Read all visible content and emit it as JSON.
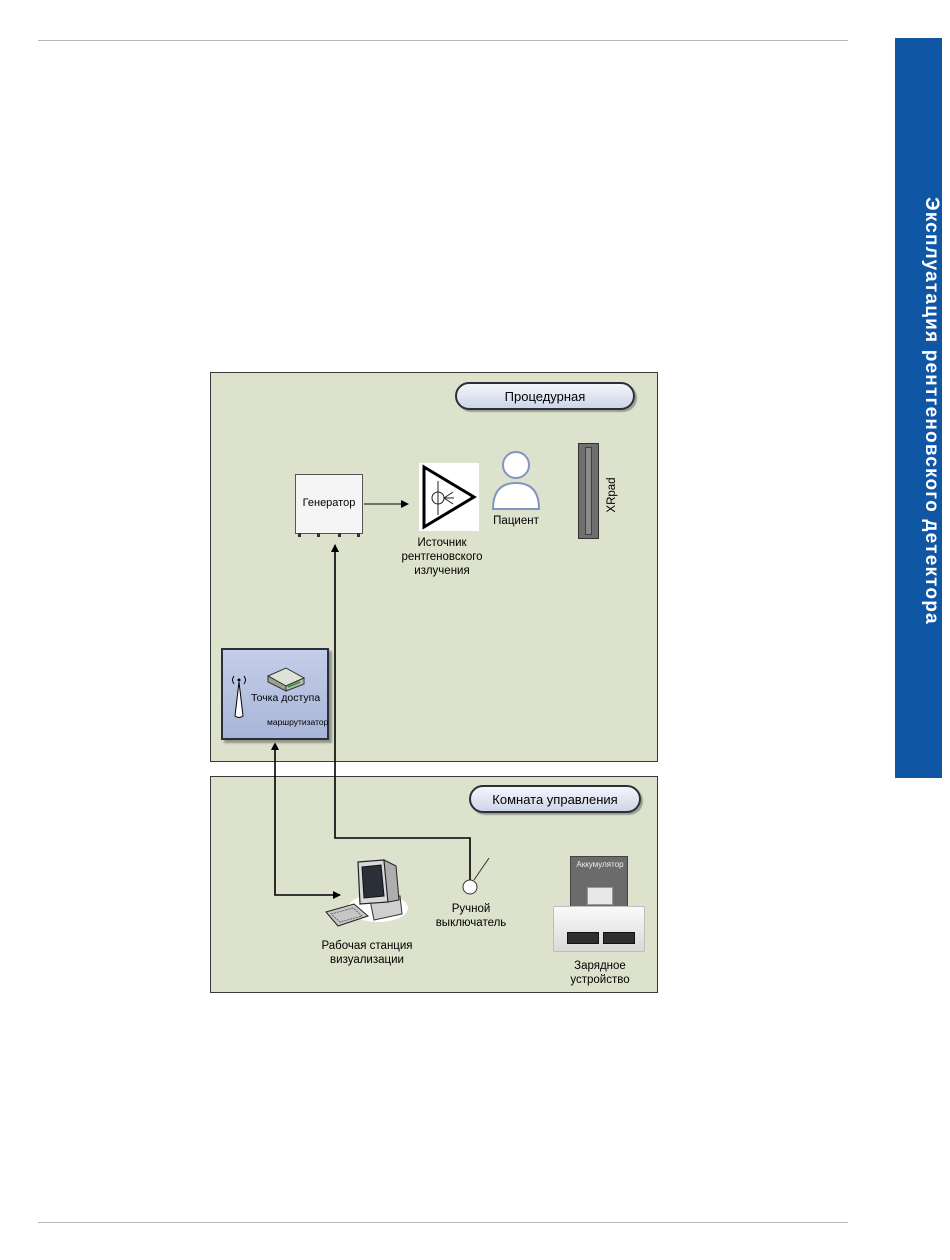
{
  "side_tab": {
    "title": "Эксплуатация рентгеновского детектора"
  },
  "rooms": {
    "procedure": {
      "label": "Процедурная"
    },
    "control": {
      "label": "Комната управления"
    }
  },
  "devices": {
    "generator": "Генератор",
    "xray_source": "Источник\nрентгеновского\nизлучения",
    "patient": "Пациент",
    "xrpad": "XRpad",
    "router_line1": "Точка доступа",
    "router_line2": "маршрутизатор",
    "hand_switch": "Ручной\nвыключатель",
    "workstation": "Рабочая станция\nвизуализации",
    "battery": "Аккумулятор",
    "charger": "Зарядное\nустройство"
  },
  "colors": {
    "tab_blue": "#0f56a5",
    "room_fill": "#dde2cc",
    "router_fill": "#b7c2e2"
  },
  "icons": {
    "source": "xray-source-icon",
    "patient": "person-icon",
    "router": "router-icon",
    "antenna": "antenna-icon",
    "workstation": "computer-icon"
  }
}
